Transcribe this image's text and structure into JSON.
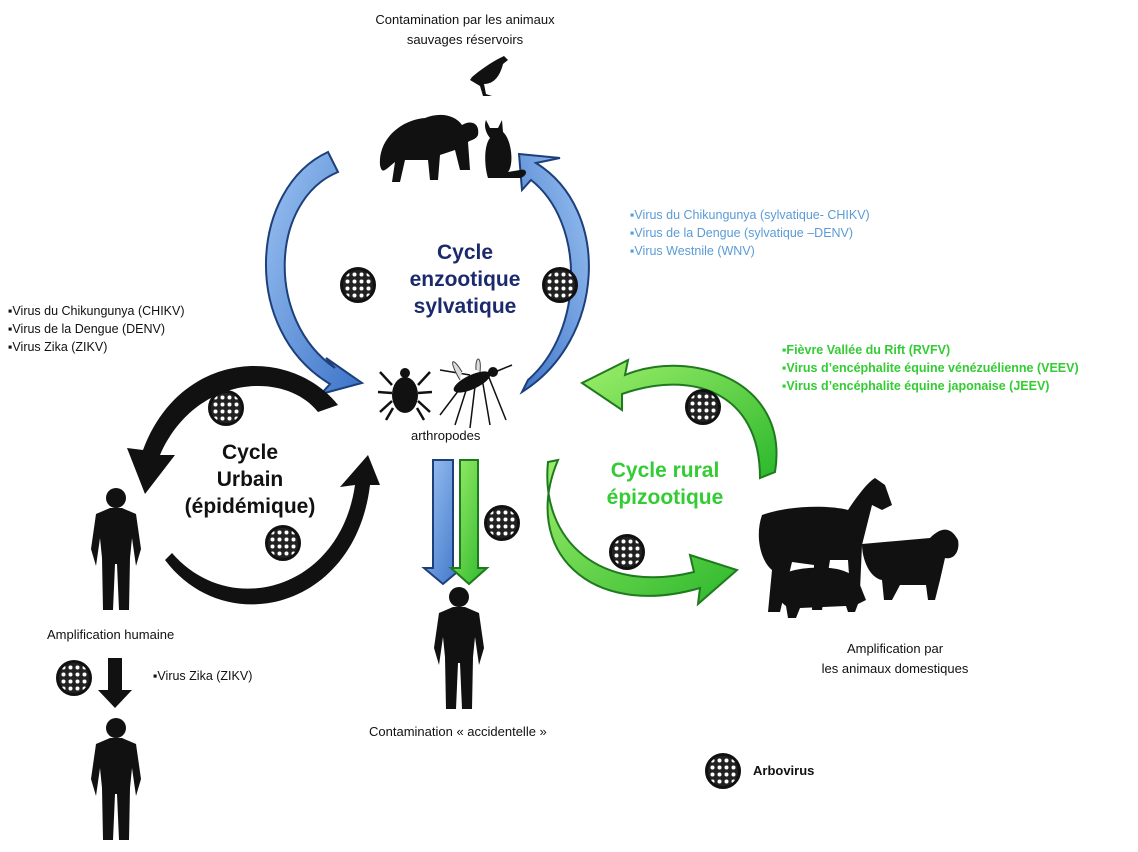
{
  "top_label": [
    "Contamination par les animaux",
    "sauvages réservoirs"
  ],
  "cycles": {
    "sylvatic": {
      "title": [
        "Cycle",
        "enzootique",
        "sylvatique"
      ],
      "color": "#1a2a6c"
    },
    "urban": {
      "title": [
        "Cycle",
        "Urbain",
        "(épidémique)"
      ],
      "color": "#111111"
    },
    "rural": {
      "title": [
        "Cycle rural",
        "épizootique"
      ],
      "color": "#33cc33"
    }
  },
  "virus_lists": {
    "sylvatic": [
      "▪Virus du Chikungunya  (sylvatique-  CHIKV)",
      "▪Virus de la Dengue  (sylvatique –DENV)",
      "▪Virus Westnile  (WNV)"
    ],
    "urban": [
      "▪Virus du Chikungunya  (CHIKV)",
      "▪Virus de la Dengue  (DENV)",
      "▪Virus Zika  (ZIKV)"
    ],
    "rural": [
      "▪Fièvre Vallée du Rift  (RVFV)",
      "▪Virus d’encéphalite  équine vénézuélienne (VEEV)",
      "▪Virus d’encéphalite  équine japonaise  (JEEV)"
    ],
    "human_to_human": [
      "▪Virus Zika  (ZIKV)"
    ]
  },
  "labels": {
    "arthropods": "arthropodes",
    "human_amplification": "Amplification humaine",
    "animal_amplification": [
      "Amplification par",
      "les animaux domestiques"
    ],
    "accidental": "Contamination « accidentelle »",
    "legend": "Arbovirus"
  },
  "colors": {
    "sylvatic_list": "#5b9bd5",
    "rural_list": "#33cc33",
    "blue_arrow": "#5b8fd8",
    "green_arrow": "#44cc33",
    "black_arrow": "#111111"
  }
}
